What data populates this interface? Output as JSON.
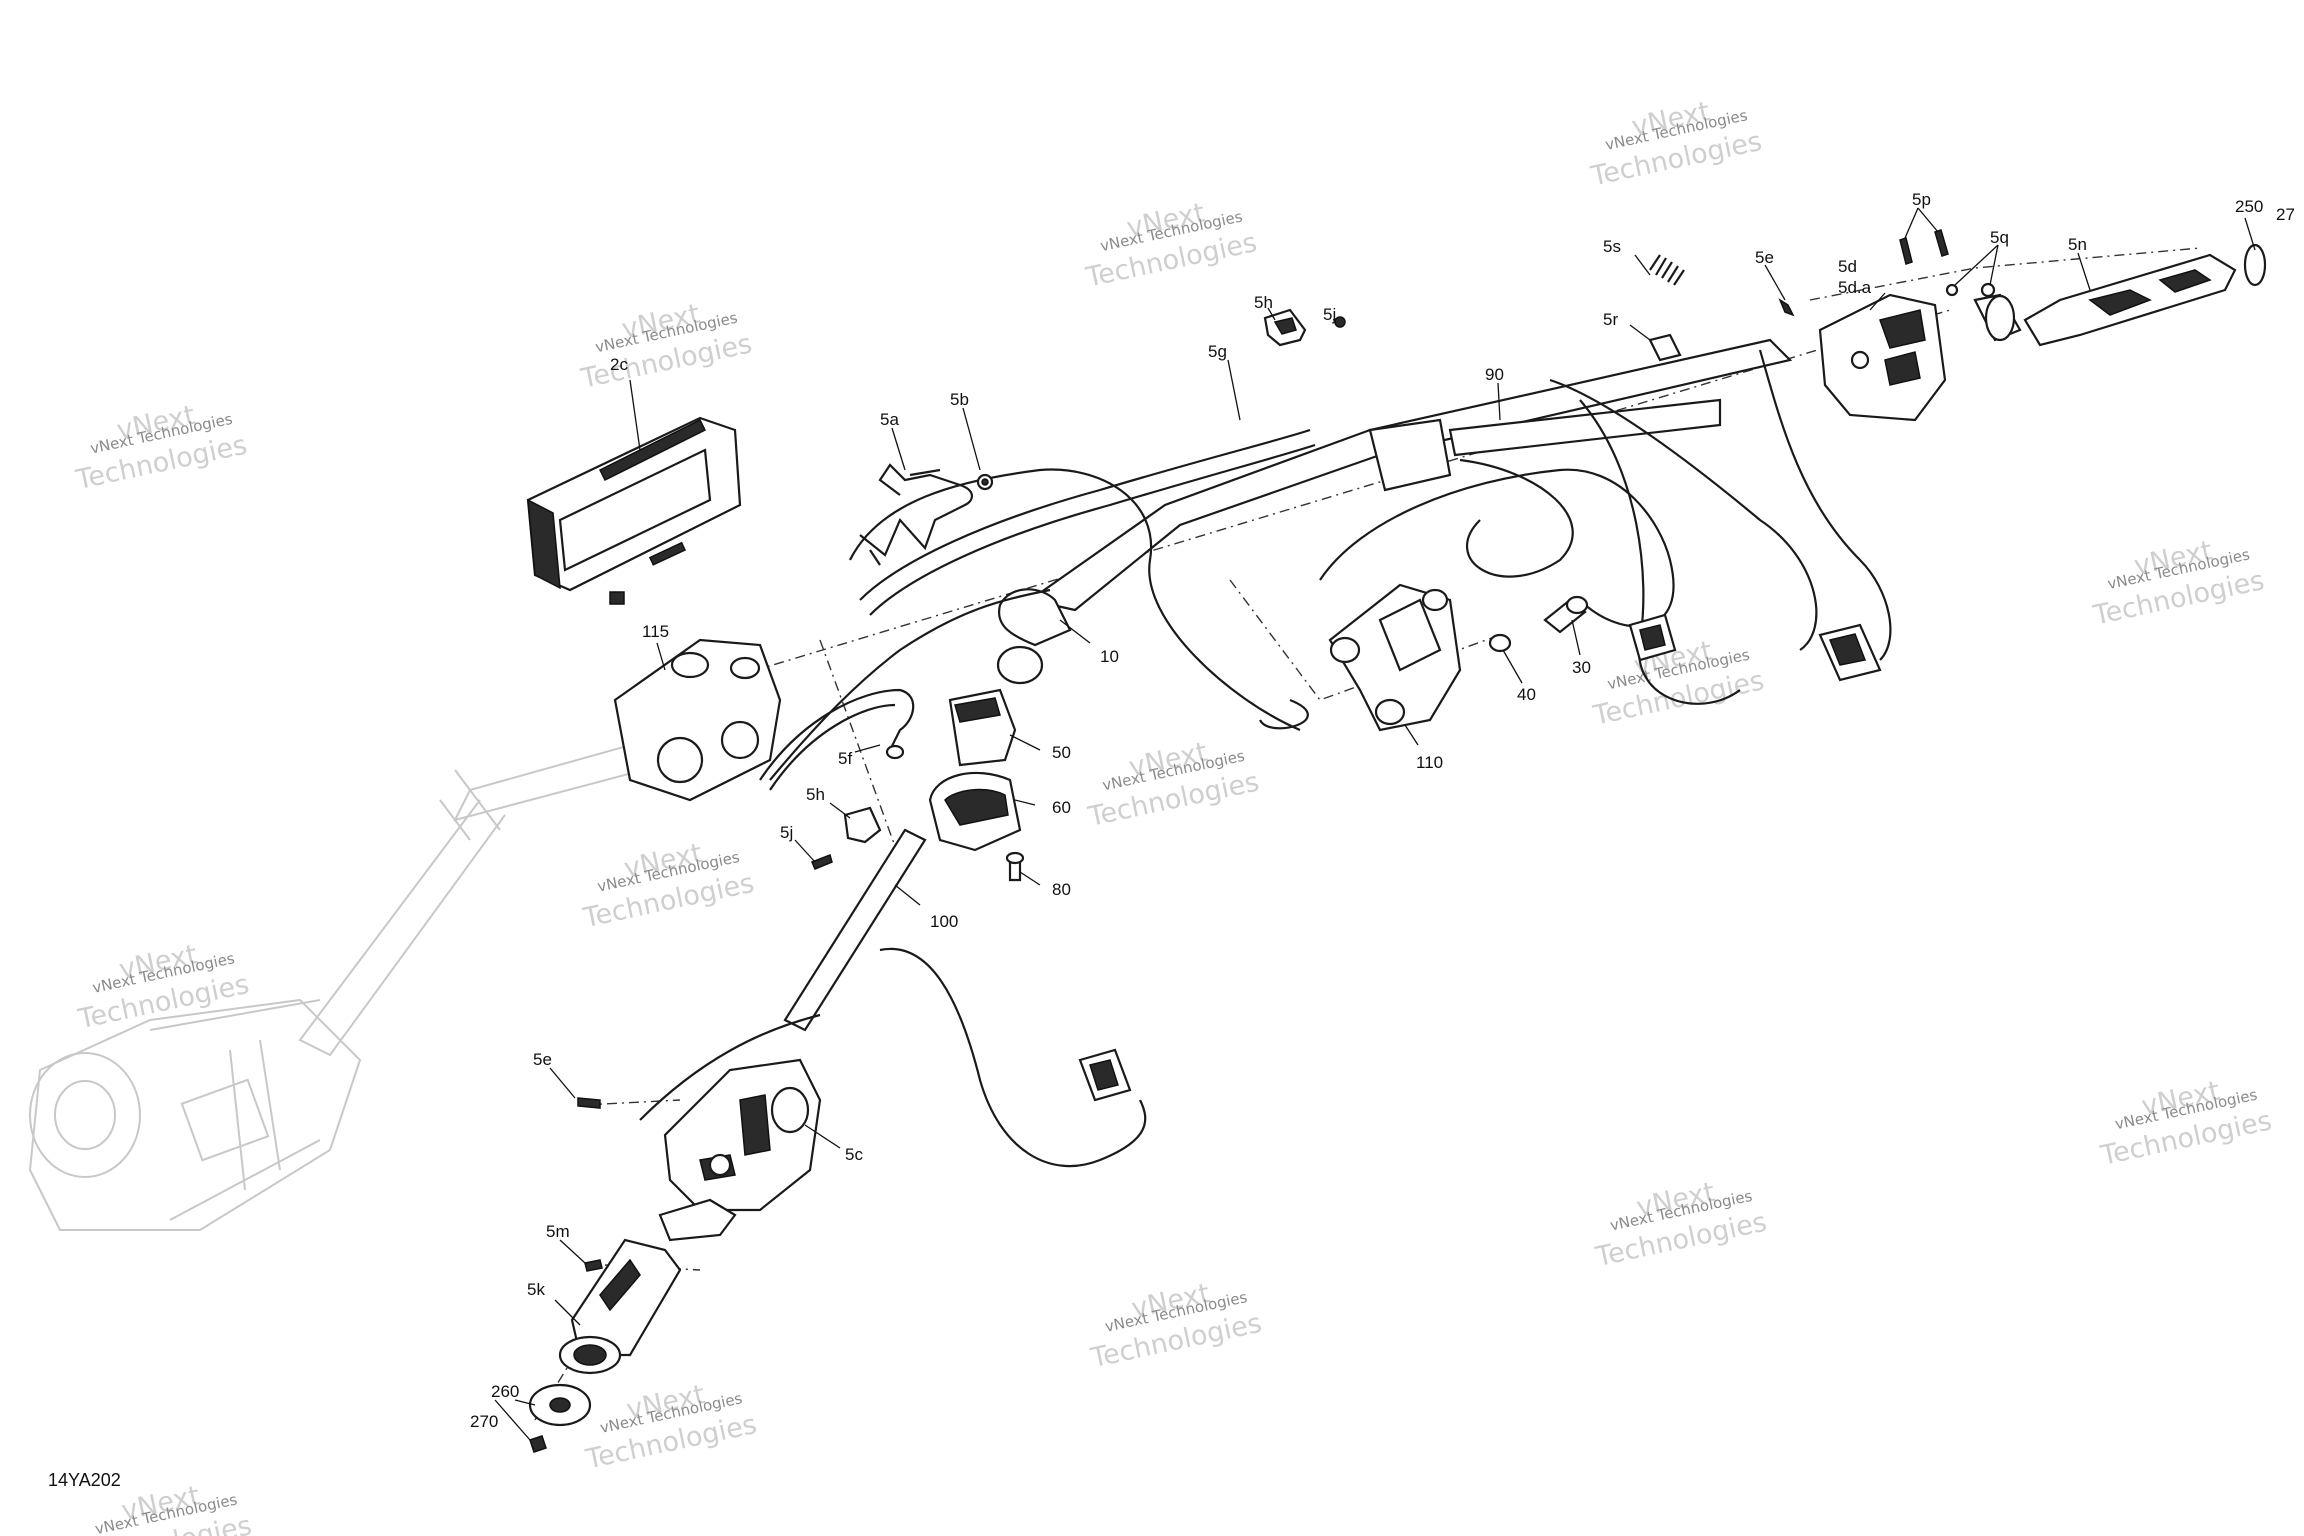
{
  "diagram_code": "14YA202",
  "watermark": {
    "line1": "vNext",
    "line2": "vNext Technologies",
    "line3": "Technologies"
  },
  "callouts": [
    {
      "id": "2c",
      "label": "2c"
    },
    {
      "id": "5a",
      "label": "5a"
    },
    {
      "id": "5b",
      "label": "5b"
    },
    {
      "id": "5g",
      "label": "5g"
    },
    {
      "id": "5h-top",
      "label": "5h"
    },
    {
      "id": "5j-top",
      "label": "5j"
    },
    {
      "id": "90",
      "label": "90"
    },
    {
      "id": "5s",
      "label": "5s"
    },
    {
      "id": "5r",
      "label": "5r"
    },
    {
      "id": "5e-top",
      "label": "5e"
    },
    {
      "id": "5d",
      "label": "5d"
    },
    {
      "id": "5da",
      "label": "5d.a"
    },
    {
      "id": "5p",
      "label": "5p"
    },
    {
      "id": "5q",
      "label": "5q"
    },
    {
      "id": "5n",
      "label": "5n"
    },
    {
      "id": "250",
      "label": "250"
    },
    {
      "id": "27",
      "label": "27"
    },
    {
      "id": "115",
      "label": "115"
    },
    {
      "id": "10",
      "label": "10"
    },
    {
      "id": "5f",
      "label": "5f"
    },
    {
      "id": "50",
      "label": "50"
    },
    {
      "id": "60",
      "label": "60"
    },
    {
      "id": "80",
      "label": "80"
    },
    {
      "id": "5h-bot",
      "label": "5h"
    },
    {
      "id": "5j-bot",
      "label": "5j"
    },
    {
      "id": "100",
      "label": "100"
    },
    {
      "id": "110",
      "label": "110"
    },
    {
      "id": "40",
      "label": "40"
    },
    {
      "id": "30",
      "label": "30"
    },
    {
      "id": "5e-bot",
      "label": "5e"
    },
    {
      "id": "5c",
      "label": "5c"
    },
    {
      "id": "5m",
      "label": "5m"
    },
    {
      "id": "5k",
      "label": "5k"
    },
    {
      "id": "260",
      "label": "260"
    },
    {
      "id": "270",
      "label": "270"
    }
  ]
}
